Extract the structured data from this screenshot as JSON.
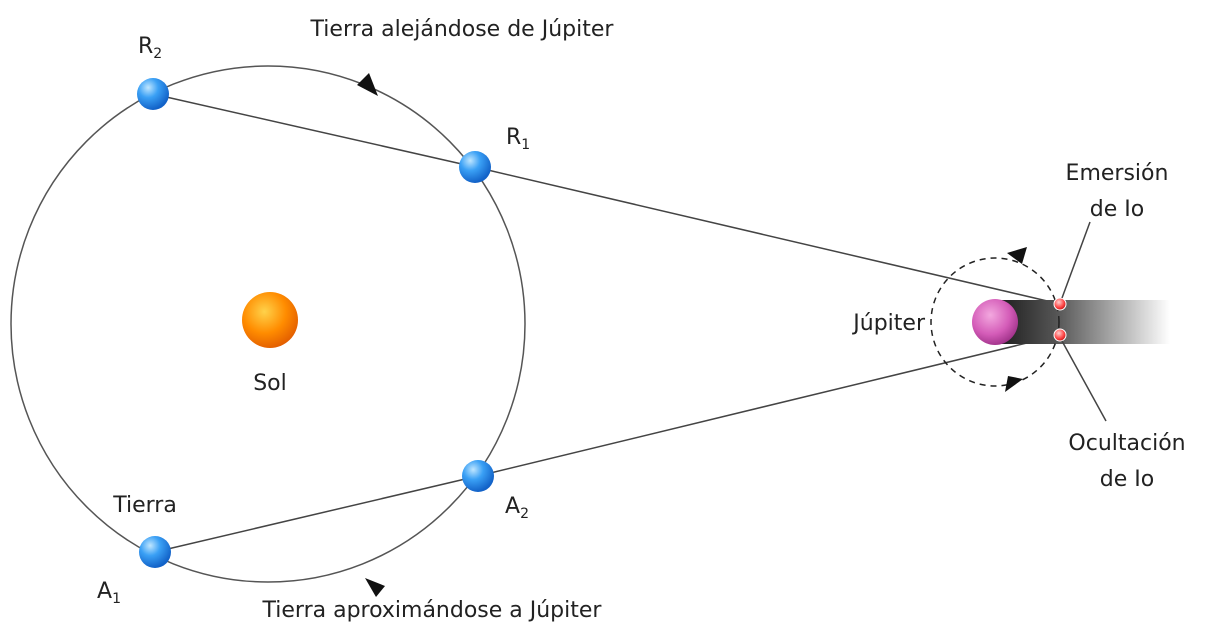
{
  "labels": {
    "earth_receding": "Tierra alejándose de Júpiter",
    "earth_approaching": "Tierra aproximándose a Júpiter",
    "sun": "Sol",
    "earth": "Tierra",
    "jupiter": "Júpiter",
    "emersion_line1": "Emersión",
    "emersion_line2": "de Io",
    "occultation_line1": "Ocultación",
    "occultation_line2": "de Io"
  },
  "positions": {
    "R2": {
      "letter": "R",
      "sub": "2"
    },
    "R1": {
      "letter": "R",
      "sub": "1"
    },
    "A1": {
      "letter": "A",
      "sub": "1"
    },
    "A2": {
      "letter": "A",
      "sub": "2"
    }
  },
  "colors": {
    "earth": "#2b8ef0",
    "sun": "#ff8a00",
    "jupiter": "#d257b4",
    "io": "#ff5a5a",
    "lines": "#444444"
  }
}
